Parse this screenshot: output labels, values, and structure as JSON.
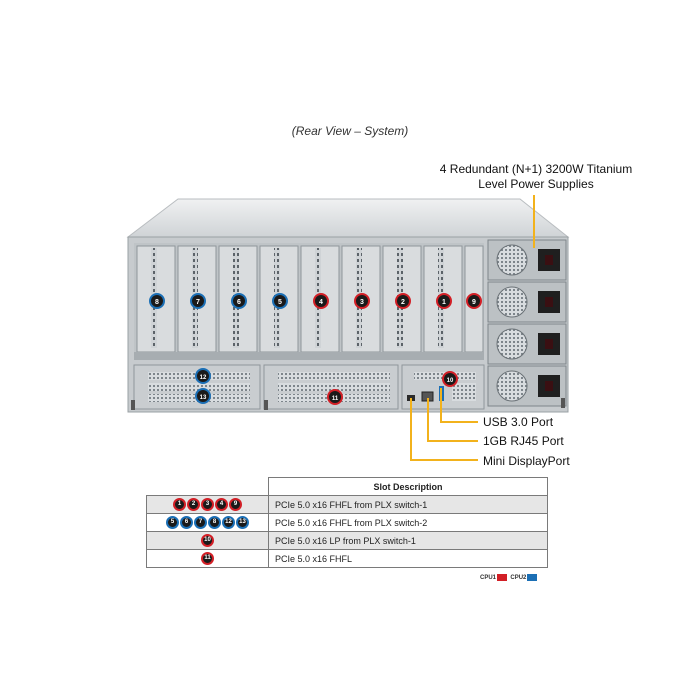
{
  "caption": "(Rear View – System)",
  "callouts": {
    "power_line1": "4 Redundant (N+1) 3200W Titanium",
    "power_line2": "Level Power Supplies",
    "usb": "USB 3.0 Port",
    "rj45": "1GB RJ45 Port",
    "displayport": "Mini DisplayPort"
  },
  "slot_labels": {
    "s8": "8",
    "s7": "7",
    "s6": "6",
    "s5": "5",
    "s4": "4",
    "s3": "3",
    "s2": "2",
    "s1": "1",
    "s9": "9",
    "s12": "12",
    "s13": "13",
    "s11": "11",
    "s10": "10"
  },
  "table": {
    "header": "Slot Description",
    "rows": [
      {
        "badges": [
          {
            "n": "1",
            "cpu": "cpu1"
          },
          {
            "n": "2",
            "cpu": "cpu1"
          },
          {
            "n": "3",
            "cpu": "cpu1"
          },
          {
            "n": "4",
            "cpu": "cpu1"
          },
          {
            "n": "9",
            "cpu": "cpu1"
          }
        ],
        "desc": "PCIe 5.0 x16 FHFL from PLX switch-1"
      },
      {
        "badges": [
          {
            "n": "5",
            "cpu": "cpu2"
          },
          {
            "n": "6",
            "cpu": "cpu2"
          },
          {
            "n": "7",
            "cpu": "cpu2"
          },
          {
            "n": "8",
            "cpu": "cpu2"
          },
          {
            "n": "12",
            "cpu": "cpu2"
          },
          {
            "n": "13",
            "cpu": "cpu2"
          }
        ],
        "desc": "PCIe 5.0 x16 FHFL from PLX switch-2"
      },
      {
        "badges": [
          {
            "n": "10",
            "cpu": "cpu1"
          }
        ],
        "desc": "PCIe 5.0 x16 LP from PLX switch-1"
      },
      {
        "badges": [
          {
            "n": "11",
            "cpu": "cpu1"
          }
        ],
        "desc": "PCIe 5.0 x16 FHFL"
      }
    ]
  },
  "legend": {
    "cpu1": "CPU1",
    "cpu2": "CPU2"
  },
  "colors": {
    "cpu1": "#d21f26",
    "cpu2": "#1b6fb5",
    "callout_line": "#f2b21c"
  }
}
